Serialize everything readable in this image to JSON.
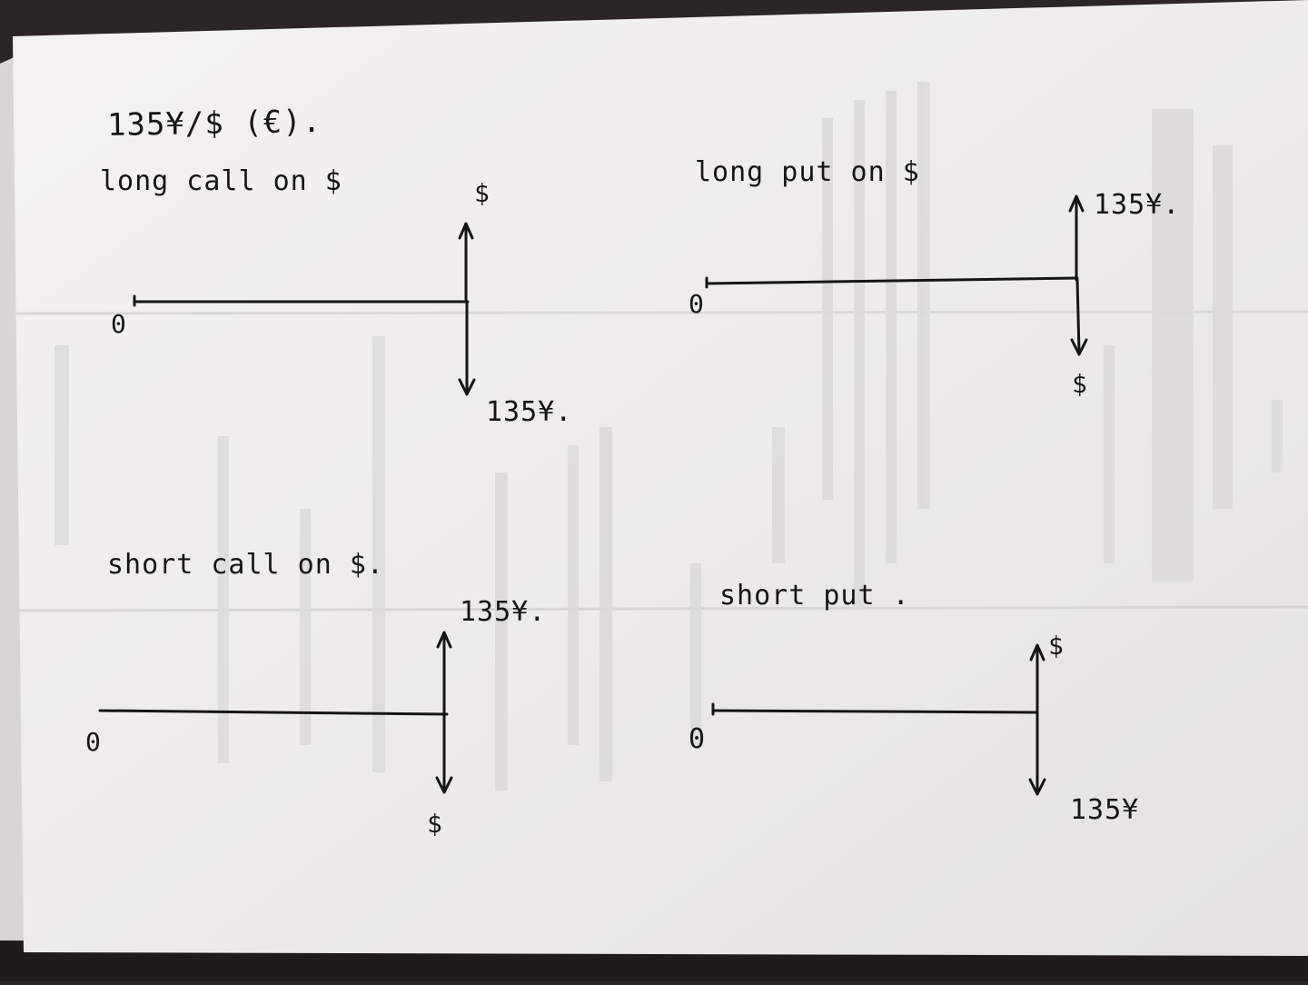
{
  "note": {
    "rate": "135¥/$ (€).",
    "diagrams": [
      {
        "title": "long call on $",
        "origin": "0",
        "up_label": "$",
        "down_label": "135¥."
      },
      {
        "title": "long put on $",
        "origin": "0",
        "up_label": "135¥.",
        "down_label": "$"
      },
      {
        "title": "short call on $.",
        "origin": "0",
        "up_label": "135¥.",
        "down_label": "$"
      },
      {
        "title": "short put .",
        "origin": "0",
        "up_label": "$",
        "down_label": "135¥"
      }
    ]
  },
  "colors": {
    "paper": "#efeeec",
    "ink": "#151515",
    "background": "#2b2624"
  }
}
